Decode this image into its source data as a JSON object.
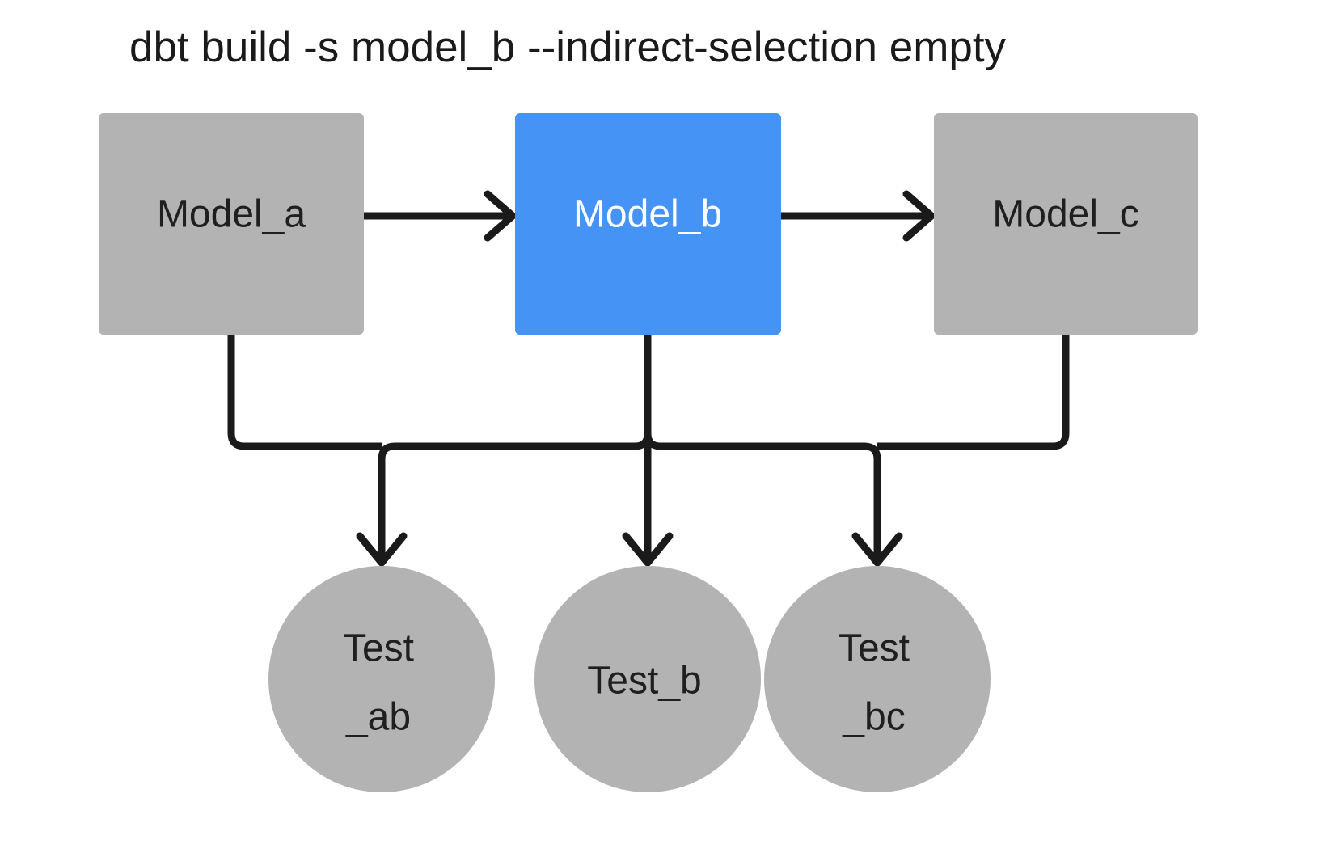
{
  "diagram": {
    "title": "dbt build -s model_b --indirect-selection empty",
    "background_color": "#ffffff",
    "edge_color": "#1a1a1a",
    "node_gray": "#b3b3b3",
    "node_blue": "#4593f5",
    "text_dark": "#1f1f1f",
    "text_light": "#ffffff",
    "models": [
      {
        "id": "model_a",
        "label": "Model_a",
        "shape": "rect",
        "fill": "#b3b3b3",
        "text_color": "#1f1f1f",
        "selected": false
      },
      {
        "id": "model_b",
        "label": "Model_b",
        "shape": "rect",
        "fill": "#4593f5",
        "text_color": "#ffffff",
        "selected": true
      },
      {
        "id": "model_c",
        "label": "Model_c",
        "shape": "rect",
        "fill": "#b3b3b3",
        "text_color": "#1f1f1f",
        "selected": false
      }
    ],
    "tests": [
      {
        "id": "test_ab",
        "label_line_1": "Test",
        "label_line_2": "_ab",
        "shape": "circle",
        "fill": "#b3b3b3",
        "text_color": "#1f1f1f"
      },
      {
        "id": "test_b",
        "label_line_1": "Test_b",
        "label_line_2": "",
        "shape": "circle",
        "fill": "#b3b3b3",
        "text_color": "#1f1f1f"
      },
      {
        "id": "test_bc",
        "label_line_1": "Test",
        "label_line_2": "_bc",
        "shape": "circle",
        "fill": "#b3b3b3",
        "text_color": "#1f1f1f"
      }
    ],
    "edges": [
      {
        "from": "model_a",
        "to": "model_b",
        "style": "straight-horizontal"
      },
      {
        "from": "model_b",
        "to": "model_c",
        "style": "straight-horizontal"
      },
      {
        "from": "model_a",
        "to": "test_ab",
        "style": "elbow"
      },
      {
        "from": "model_b",
        "to": "test_ab",
        "style": "elbow"
      },
      {
        "from": "model_b",
        "to": "test_b",
        "style": "straight-vertical"
      },
      {
        "from": "model_b",
        "to": "test_bc",
        "style": "elbow"
      },
      {
        "from": "model_c",
        "to": "test_bc",
        "style": "elbow"
      }
    ]
  }
}
